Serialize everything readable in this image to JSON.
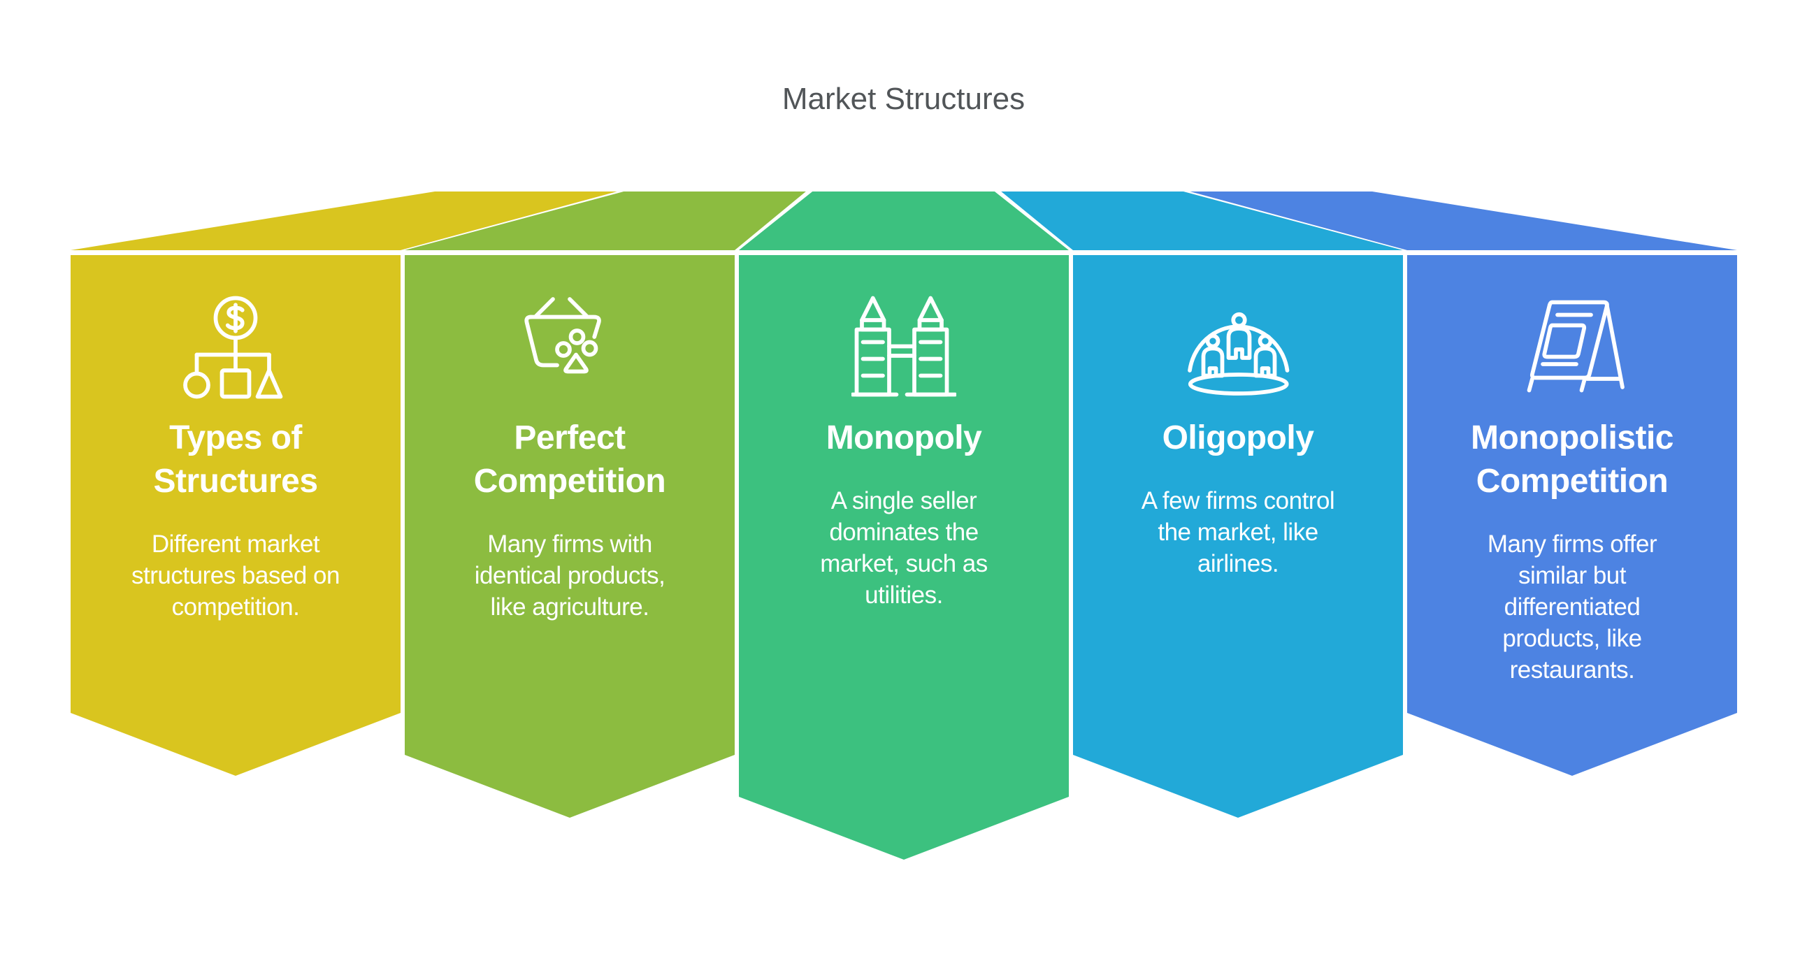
{
  "page": {
    "title": "Market Structures",
    "title_color": "#515558",
    "background_color": "#ffffff",
    "text_color": "#ffffff"
  },
  "banners": [
    {
      "id": "types-of-structures",
      "color": "#d9c51f",
      "icon": "money-flowchart-icon",
      "heading": "Types of\nStructures",
      "description": "Different market\nstructures based on\ncompetition."
    },
    {
      "id": "perfect-competition",
      "color": "#8cbc40",
      "icon": "basket-icon",
      "heading": "Perfect\nCompetition",
      "description": "Many firms with\nidentical products,\nlike agriculture."
    },
    {
      "id": "monopoly",
      "color": "#3cc17f",
      "icon": "twin-towers-icon",
      "heading": "Monopoly",
      "description": "A single seller\ndominates the\nmarket, such as\nutilities."
    },
    {
      "id": "oligopoly",
      "color": "#22a9d8",
      "icon": "dome-people-icon",
      "heading": "Oligopoly",
      "description": "A few firms control\nthe market, like\nairlines."
    },
    {
      "id": "monopolistic-competition",
      "color": "#4d83e2",
      "icon": "a-frame-sign-icon",
      "heading": "Monopolistic\nCompetition",
      "description": "Many firms offer\nsimilar but\ndifferentiated\nproducts, like\nrestaurants."
    }
  ]
}
